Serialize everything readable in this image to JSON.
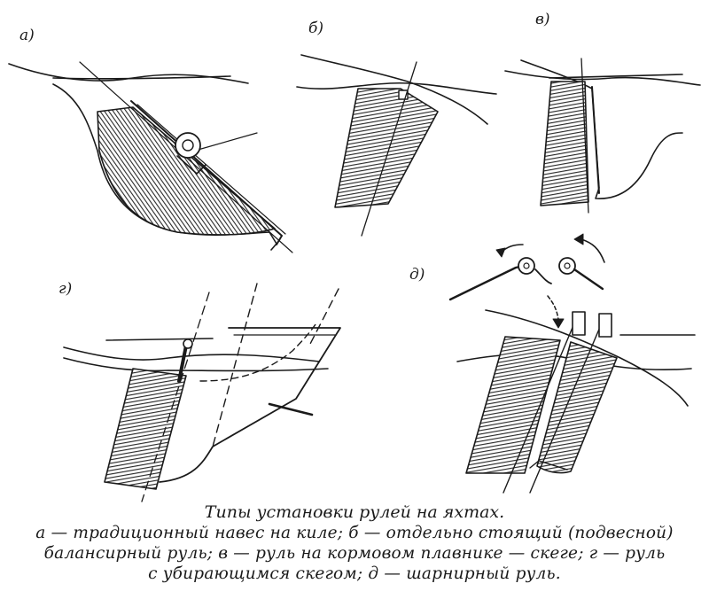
{
  "labels": {
    "a": "а)",
    "b": "б)",
    "v": "в)",
    "g": "г)",
    "d": "д)"
  },
  "caption": {
    "title": "Типы установки рулей на яхтах.",
    "line1": "а — традиционный навес на киле; б — отдельно стоящий (подвесной)",
    "line2": "балансирный руль; в — руль на кормовом плавнике — скеге; г — руль",
    "line3": "с убирающимся скегом; д — шарнирный руль."
  },
  "colors": {
    "ink": "#1a1a1a",
    "hatch": "#3a3a3a",
    "paper": "#ffffff"
  }
}
